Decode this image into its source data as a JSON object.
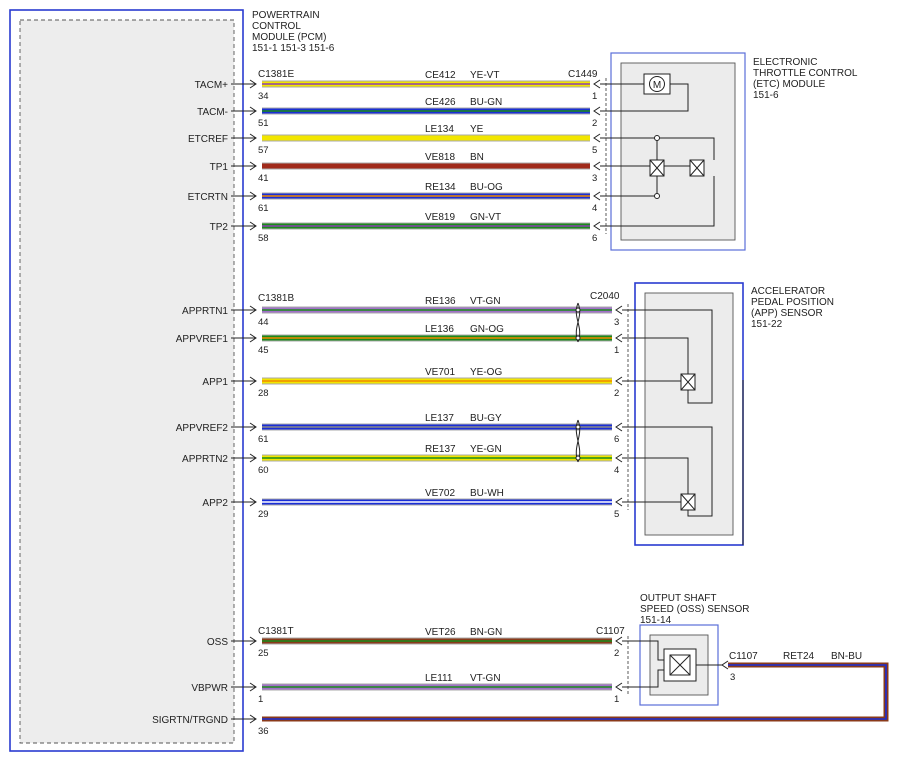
{
  "pcm": {
    "title_lines": [
      "POWERTRAIN",
      "CONTROL",
      "MODULE (PCM)",
      "151-1   151-3   151-6"
    ],
    "pins": [
      "TACM+",
      "TACM-",
      "ETCREF",
      "TP1",
      "ETCRTN",
      "TP2",
      "APPRTN1",
      "APPVREF1",
      "APP1",
      "APPVREF2",
      "APPRTN2",
      "APP2",
      "OSS",
      "VBPWR",
      "SIGRTN/TRGND"
    ]
  },
  "etc_module": {
    "title_lines": [
      "ELECTRONIC",
      "THROTTLE CONTROL",
      "(ETC) MODULE",
      "151-6"
    ],
    "motor_symbol": "M"
  },
  "app_sensor": {
    "title_lines": [
      "ACCELERATOR",
      "PEDAL POSITION",
      "(APP) SENSOR",
      "151-22"
    ]
  },
  "oss_sensor": {
    "title_lines": [
      "OUTPUT SHAFT",
      "SPEED (OSS) SENSOR",
      "151-14"
    ]
  },
  "connectors": {
    "pcm_etc": "C1381E",
    "etc": "C1449",
    "pcm_app": "C1381B",
    "app": "C2040",
    "pcm_oss": "C1381T",
    "oss": "C1107",
    "oss_out": "C1107"
  },
  "wires": [
    {
      "pin": "TACM+",
      "circuit": "CE412",
      "color_code": "YE-VT",
      "pcm_pin": "34",
      "dev_pin": "1",
      "c1": "#f2e600",
      "c2": "#8a3fb0"
    },
    {
      "pin": "TACM-",
      "circuit": "CE426",
      "color_code": "BU-GN",
      "pcm_pin": "51",
      "dev_pin": "2",
      "c1": "#1a2ed6",
      "c2": "#1a8a1a"
    },
    {
      "pin": "ETCREF",
      "circuit": "LE134",
      "color_code": "YE",
      "pcm_pin": "57",
      "dev_pin": "5",
      "c1": "#f2e600",
      "c2": "#f2e600"
    },
    {
      "pin": "TP1",
      "circuit": "VE818",
      "color_code": "BN",
      "pcm_pin": "41",
      "dev_pin": "3",
      "c1": "#a02a1a",
      "c2": "#a02a1a"
    },
    {
      "pin": "ETCRTN",
      "circuit": "RE134",
      "color_code": "BU-OG",
      "pcm_pin": "61",
      "dev_pin": "4",
      "c1": "#1a2ed6",
      "c2": "#f08a00"
    },
    {
      "pin": "TP2",
      "circuit": "VE819",
      "color_code": "GN-VT",
      "pcm_pin": "58",
      "dev_pin": "6",
      "c1": "#1a8a1a",
      "c2": "#8a3fb0"
    },
    {
      "pin": "APPRTN1",
      "circuit": "RE136",
      "color_code": "VT-GN",
      "pcm_pin": "44",
      "dev_pin": "3",
      "c1": "#a070c8",
      "c2": "#1a8a1a"
    },
    {
      "pin": "APPVREF1",
      "circuit": "LE136",
      "color_code": "GN-OG",
      "pcm_pin": "45",
      "dev_pin": "1",
      "c1": "#1a8a1a",
      "c2": "#f08a00"
    },
    {
      "pin": "APP1",
      "circuit": "VE701",
      "color_code": "YE-OG",
      "pcm_pin": "28",
      "dev_pin": "2",
      "c1": "#f2e600",
      "c2": "#f08a00"
    },
    {
      "pin": "APPVREF2",
      "circuit": "LE137",
      "color_code": "BU-GY",
      "pcm_pin": "61",
      "dev_pin": "6",
      "c1": "#1a2ed6",
      "c2": "#8a8a8a"
    },
    {
      "pin": "APPRTN2",
      "circuit": "RE137",
      "color_code": "YE-GN",
      "pcm_pin": "60",
      "dev_pin": "4",
      "c1": "#f2e600",
      "c2": "#1a8a1a"
    },
    {
      "pin": "APP2",
      "circuit": "VE702",
      "color_code": "BU-WH",
      "pcm_pin": "29",
      "dev_pin": "5",
      "c1": "#1a2ed6",
      "c2": "#ffffff"
    },
    {
      "pin": "OSS",
      "circuit": "VET26",
      "color_code": "BN-GN",
      "pcm_pin": "25",
      "dev_pin": "2",
      "c1": "#8a3a1a",
      "c2": "#1a8a1a"
    },
    {
      "pin": "VBPWR",
      "circuit": "LE111",
      "color_code": "VT-GN",
      "pcm_pin": "1",
      "dev_pin": "1",
      "c1": "#a070c8",
      "c2": "#1a8a1a"
    },
    {
      "pin": "SIGRTN/TRGND",
      "circuit": "RET24",
      "color_code": "BN-BU",
      "pcm_pin": "36",
      "dev_pin": "3",
      "c1": "#8a3a1a",
      "c2": "#1a2ed6"
    }
  ],
  "colors": {
    "frame_blue": "#2a3bd0",
    "module_gray": "#eeeeee",
    "line": "#222222"
  }
}
